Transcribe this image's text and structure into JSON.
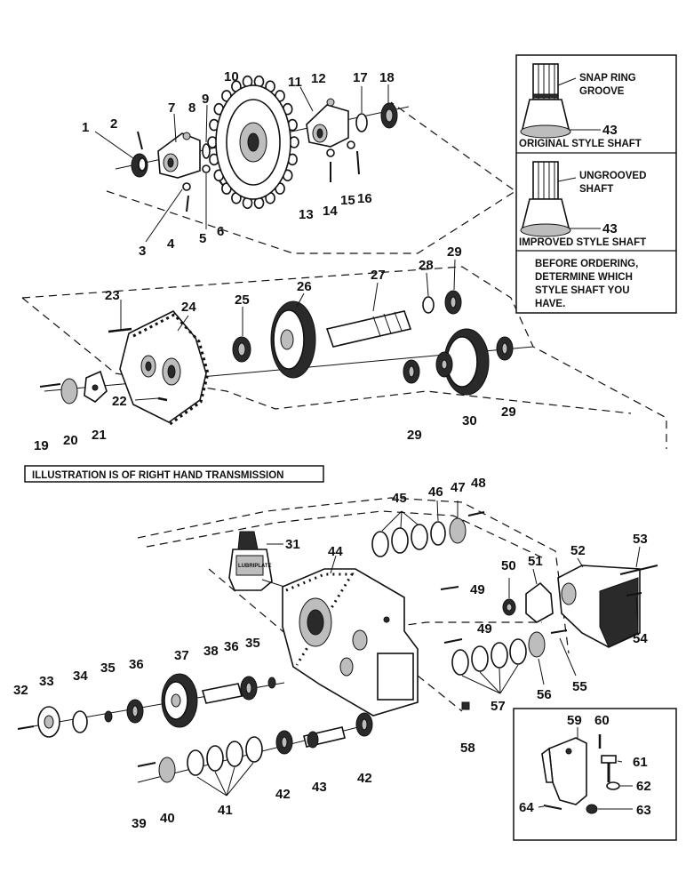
{
  "callouts": {
    "c1": "1",
    "c2": "2",
    "c3": "3",
    "c4": "4",
    "c5": "5",
    "c6": "6",
    "c7": "7",
    "c8": "8",
    "c9": "9",
    "c10": "10",
    "c11": "11",
    "c12": "12",
    "c13": "13",
    "c14": "14",
    "c15": "15",
    "c16": "16",
    "c17": "17",
    "c18": "18",
    "c19": "19",
    "c20": "20",
    "c21": "21",
    "c22": "22",
    "c23": "23",
    "c24": "24",
    "c25": "25",
    "c26": "26",
    "c27": "27",
    "c28": "28",
    "c29": "29",
    "c30": "30",
    "c31": "31",
    "c32": "32",
    "c33": "33",
    "c34": "34",
    "c35": "35",
    "c36": "36",
    "c37": "37",
    "c38": "38",
    "c39": "39",
    "c40": "40",
    "c41": "41",
    "c42": "42",
    "c43": "43",
    "c44": "44",
    "c45": "45",
    "c46": "46",
    "c47": "47",
    "c48": "48",
    "c49": "49",
    "c50": "50",
    "c51": "51",
    "c52": "52",
    "c53": "53",
    "c54": "54",
    "c55": "55",
    "c56": "56",
    "c57": "57",
    "c58": "58",
    "c59": "59",
    "c60": "60",
    "c61": "61",
    "c62": "62",
    "c63": "63",
    "c64": "64"
  },
  "inset": {
    "shaft_original": {
      "label_line1": "SNAP RING",
      "label_line2": "GROOVE",
      "part_number": "43",
      "caption": "ORIGINAL STYLE SHAFT"
    },
    "shaft_improved": {
      "label_line1": "UNGROOVED",
      "label_line2": "SHAFT",
      "part_number": "43",
      "caption": "IMPROVED STYLE SHAFT"
    },
    "note": {
      "line1": "BEFORE ORDERING,",
      "line2": "DETERMINE WHICH",
      "line3": "STYLE SHAFT YOU",
      "line4": "HAVE."
    }
  },
  "banner": "ILLUSTRATION IS OF RIGHT HAND TRANSMISSION",
  "lubricant_label": "LUBRIPLATE"
}
